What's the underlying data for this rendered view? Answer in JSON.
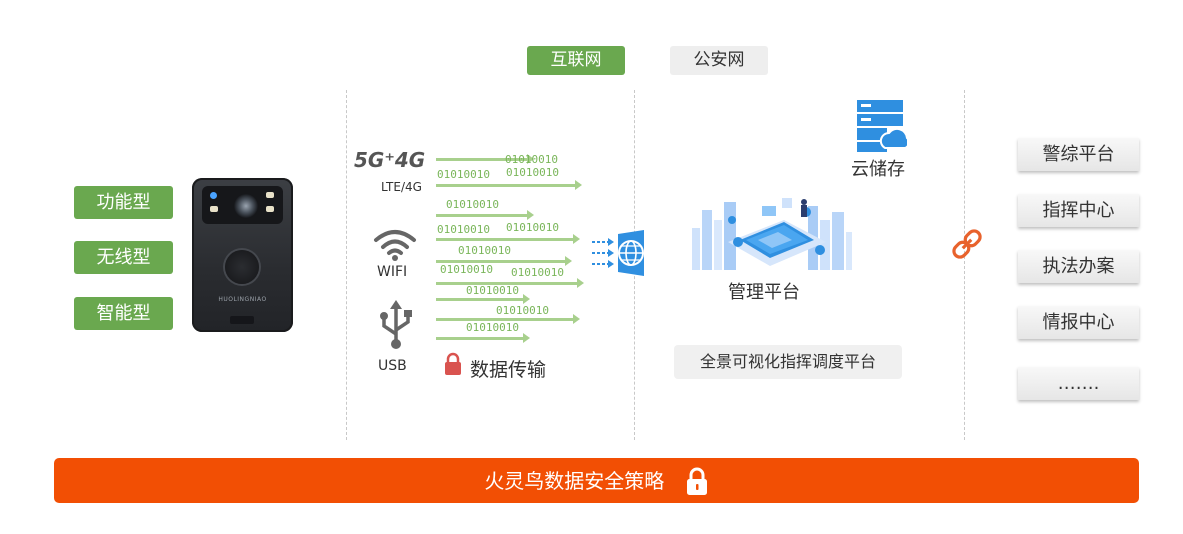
{
  "networks": {
    "internet": "互联网",
    "police": "公安网"
  },
  "device_types": [
    "功能型",
    "无线型",
    "智能型"
  ],
  "camera": {
    "brand": "HUOLINGNIAO"
  },
  "transmission": {
    "lte_logo": "5G⁺4G",
    "lte": "LTE/4G",
    "wifi": "WIFI",
    "usb": "USB",
    "secure": "数据传输",
    "bits": [
      "01010010",
      "01010010",
      "01010010",
      "01010010",
      "01010010",
      "01010010",
      "01010010",
      "01010010",
      "01010010",
      "01010010",
      "01010010",
      "01010010"
    ]
  },
  "center": {
    "cloud": "云储存",
    "platform": "管理平台",
    "panorama": "全景可视化指挥调度平台"
  },
  "apps": [
    "警综平台",
    "指挥中心",
    "执法办案",
    "情报中心",
    "……."
  ],
  "banner": {
    "text": "火灵鸟数据安全策略"
  },
  "colors": {
    "green": "#6aa84f",
    "orange": "#f24f04",
    "blue": "#2f8fe0",
    "link": "#e8622c"
  },
  "icons": [
    "wifi-icon",
    "usb-icon",
    "lock-icon",
    "globe-icon",
    "server-cloud-icon",
    "link-icon"
  ]
}
